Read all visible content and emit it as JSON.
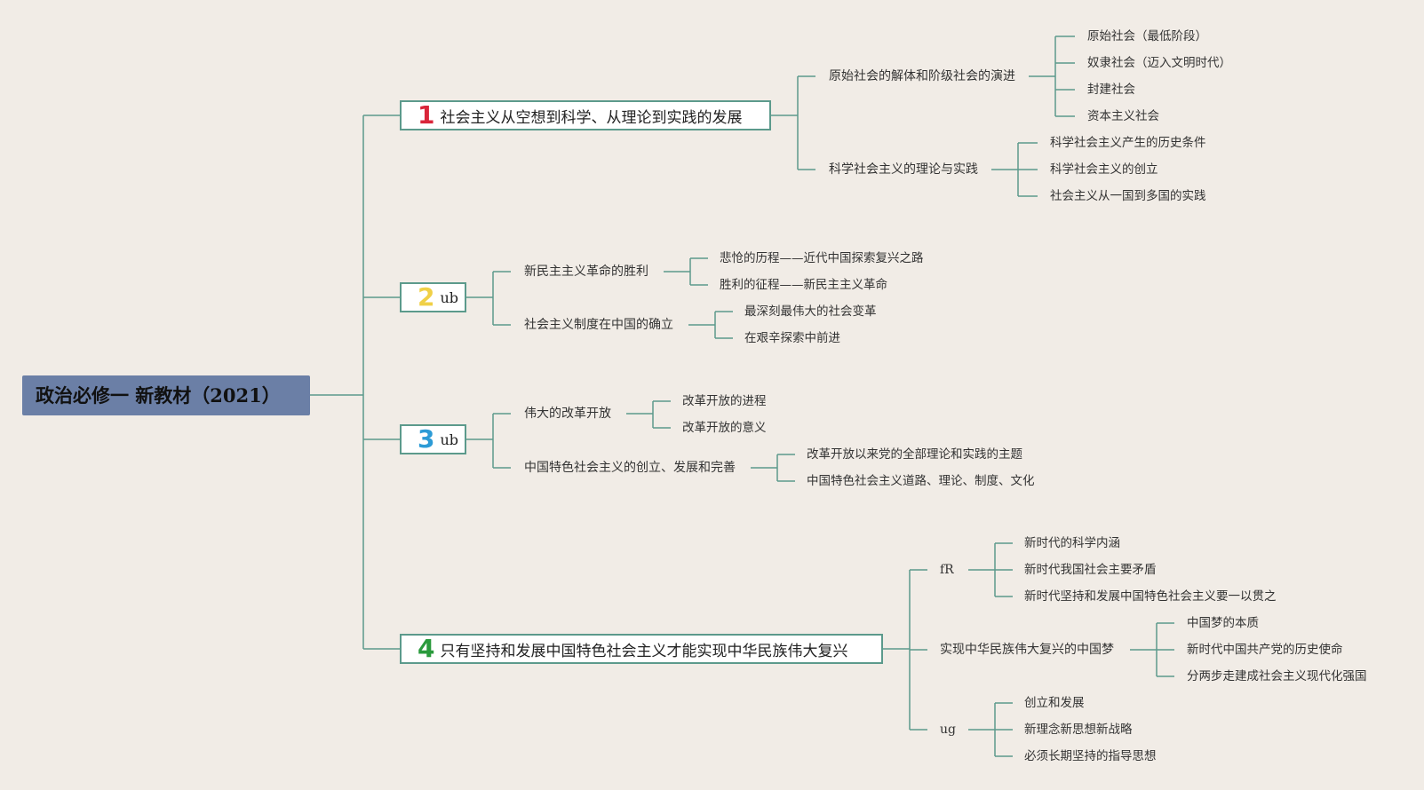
{
  "root": {
    "title": "政治必修一 新教材（2021）"
  },
  "colors": {
    "connector": "#5c9a8c",
    "root_bg": "#6b7fa6",
    "num1": "#d9263a",
    "num2": "#f0d047",
    "num3": "#2c9bd6",
    "num4": "#2a9a3c"
  },
  "branches": [
    {
      "num": "1",
      "label": "社会主义从空想到科学、从理论到实践的发展",
      "children": [
        {
          "label": "原始社会的解体和阶级社会的演进",
          "children": [
            "原始社会（最低阶段）",
            "奴隶社会（迈入文明时代）",
            "封建社会",
            "资本主义社会"
          ]
        },
        {
          "label": "科学社会主义的理论与实践",
          "children": [
            "科学社会主义产生的历史条件",
            "科学社会主义的创立",
            "社会主义从一国到多国的实践"
          ]
        }
      ]
    },
    {
      "num": "2",
      "label": "ub",
      "children": [
        {
          "label": "新民主主义革命的胜利",
          "children": [
            "悲怆的历程——近代中国探索复兴之路",
            "胜利的征程——新民主主义革命"
          ]
        },
        {
          "label": "社会主义制度在中国的确立",
          "children": [
            "最深刻最伟大的社会变革",
            "在艰辛探索中前进"
          ]
        }
      ]
    },
    {
      "num": "3",
      "label": "ub",
      "children": [
        {
          "label": "伟大的改革开放",
          "children": [
            "改革开放的进程",
            "改革开放的意义"
          ]
        },
        {
          "label": "中国特色社会主义的创立、发展和完善",
          "children": [
            "改革开放以来党的全部理论和实践的主题",
            "中国特色社会主义道路、理论、制度、文化"
          ]
        }
      ]
    },
    {
      "num": "4",
      "label": "只有坚持和发展中国特色社会主义才能实现中华民族伟大复兴",
      "children": [
        {
          "label": "fR",
          "children": [
            "新时代的科学内涵",
            "新时代我国社会主要矛盾",
            "新时代坚持和发展中国特色社会主义要一以贯之"
          ]
        },
        {
          "label": "实现中华民族伟大复兴的中国梦",
          "children": [
            "中国梦的本质",
            "新时代中国共产党的历史使命",
            "分两步走建成社会主义现代化强国"
          ]
        },
        {
          "label": "ug",
          "children": [
            "创立和发展",
            "新理念新思想新战略",
            "必须长期坚持的指导思想"
          ]
        }
      ]
    }
  ]
}
